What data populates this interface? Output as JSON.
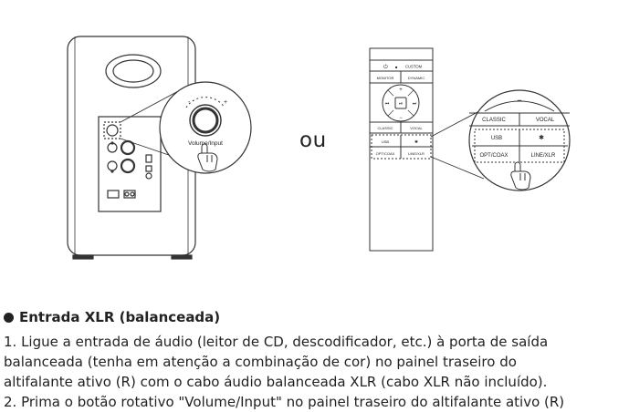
{
  "figure": {
    "speaker_panel": {
      "knob_label": "Volume/Input"
    },
    "separator_word": "ou",
    "remote": {
      "row1": {
        "power_symbol": "⏻",
        "dot": "■",
        "custom": "CUSTOM"
      },
      "row2": {
        "monitor": "MONITOR",
        "dynamic": "DYNAMIC"
      },
      "dpad": {
        "up": "+",
        "down": "−",
        "prev": "⏮",
        "play": "⏯",
        "next": "⏭"
      },
      "row3": {
        "classic": "CLASSIC",
        "vocal": "VOCAL"
      },
      "row4": {
        "usb": "USB",
        "bluetooth": "✱"
      },
      "row5": {
        "opt_coax": "OPT/COAX",
        "line_xlr": "LINE/XLR"
      }
    },
    "zoom": {
      "minus": "−",
      "classic": "CLASSIC",
      "vocal": "VOCAL",
      "usb": "USB",
      "bluetooth": "✱",
      "opt_coax": "OPT/COAX",
      "line_xlr": "LINE/XLR"
    }
  },
  "section": {
    "heading": "Entrada XLR (balanceada)",
    "steps": [
      {
        "lines": [
          "1. Ligue a entrada de áudio (leitor de CD, descodificador, etc.) à porta de saída",
          "balanceada (tenha em atenção a combinação de cor) no painel traseiro do",
          "altifalante ativo (R) com o cabo áudio balanceada XLR (cabo XLR não incluído)."
        ]
      },
      {
        "lines": [
          "2. Prima o botão rotativo \"Volume/Input\" no painel traseiro do altifalante ativo (R)"
        ]
      }
    ]
  }
}
